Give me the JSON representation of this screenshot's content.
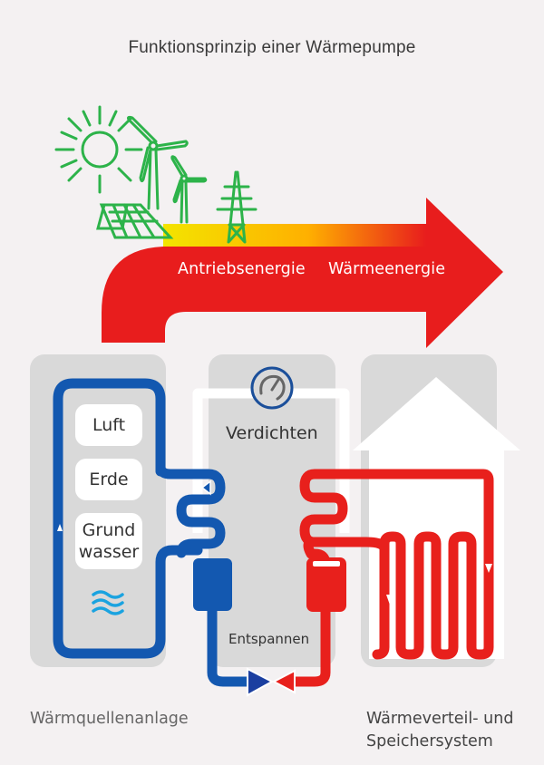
{
  "title": "Funktionsprinzip einer Wärmepumpe",
  "energy_arrow": {
    "left_label": "Antriebsenergie",
    "right_label": "Wärmeenergie",
    "gradient": [
      "#1fa33a",
      "#6db82a",
      "#f5c400",
      "#ff6a00",
      "#e81d1d"
    ]
  },
  "renewable_icons": [
    "sun-icon",
    "wind-turbine-icon",
    "wind-turbine-icon",
    "solar-panel-icon",
    "power-pylon-icon"
  ],
  "heat_source": {
    "items": [
      "Luft",
      "Erde",
      "Grund\nwasser"
    ],
    "item_lines": {
      "grund_1": "Grund",
      "grund_2": "wasser"
    },
    "water_icon": "water-waves-icon",
    "caption": "Wärmquellenanlage"
  },
  "heat_pump": {
    "compress_label": "Verdichten",
    "expand_label": "Entspannen",
    "compressor_icon": "gauge-icon",
    "valve_icon": "expansion-valve-icon"
  },
  "heat_distribution": {
    "caption_line1": "Wärmeverteil- und",
    "caption_line2": "Speichersystem",
    "house_icon": "house-icon"
  },
  "colors": {
    "background": "#f4f1f2",
    "panel": "#d9d9d9",
    "cold_pipe": "#1358b0",
    "hot_pipe": "#e8201c",
    "icon_green": "#2db34a",
    "water": "#1aa3e0"
  }
}
